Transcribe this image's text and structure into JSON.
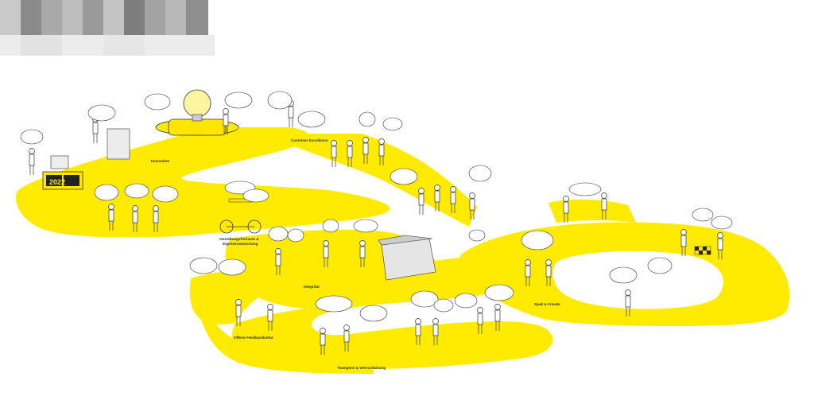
{
  "colors": {
    "path_yellow": "#ffeb00",
    "accent_yellow": "#ffe600",
    "ink": "#333333",
    "blur_dark": "#7a7a7a",
    "blur_light": "#d6d6d6"
  },
  "title_blurred": true,
  "path_labels": {
    "innovation": "Innovation",
    "customer_excellence": "Customer Excellence",
    "gestaltung": "Gestaltungsfreiraum &",
    "eigenverantwortung": "Eigenverantwortung",
    "integritaet": "Integrität",
    "offene_feedback": "Offene Feedbackkultur",
    "teamgeist": "Teamgeist & Wertschätzung",
    "spass": "Spaß & Freude"
  },
  "scoreboard": {
    "year": "2022"
  }
}
